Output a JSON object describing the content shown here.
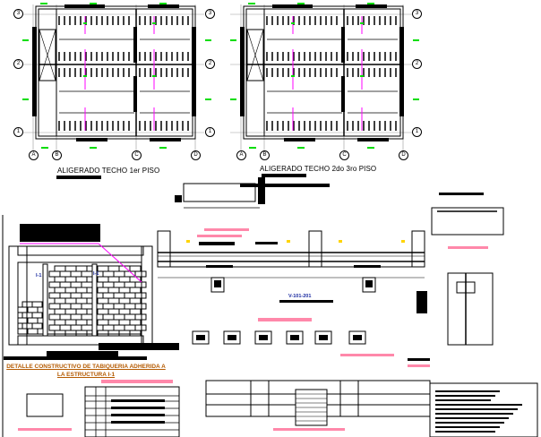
{
  "plans": [
    {
      "title": "ALIGERADO TECHO 1er PISO"
    },
    {
      "title": "ALIGERADO TECHO 2do 3ro PISO"
    }
  ],
  "grid_axes": {
    "columns": [
      "A",
      "B",
      "C",
      "D"
    ],
    "rows": [
      "3",
      "2",
      "1"
    ]
  },
  "wall_detail": {
    "title": "DETALLE CONSTRUCTIVO DE TABIQUERIA ADHERIDA A LA ESTRUCTURA I-1",
    "tag": "I-1"
  },
  "beam": {
    "label": "V-101-201"
  },
  "colors": {
    "lines": "#000000",
    "accent_magenta": "#ff00ff",
    "accent_green": "#00dd00",
    "label_pink": "#ff88aa",
    "title_orange": "#b45a00"
  }
}
